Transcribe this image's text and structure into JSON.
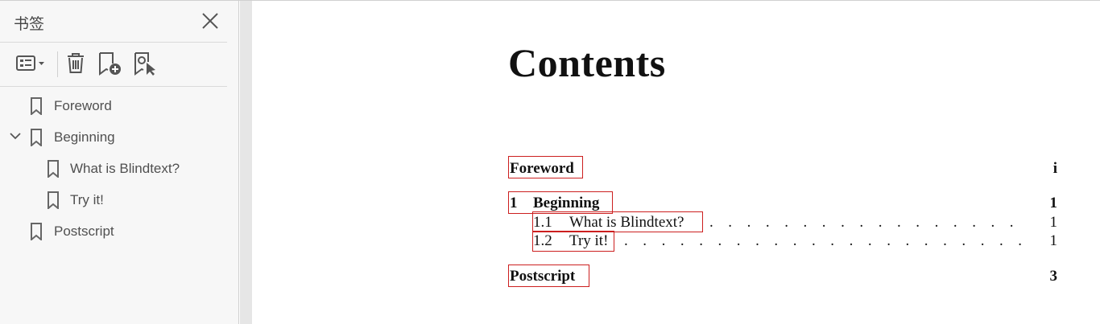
{
  "sidebar": {
    "title": "书签",
    "toolbar": {
      "options_icon": "options-menu-icon",
      "delete_icon": "trash-icon",
      "new_icon": "new-bookmark-icon",
      "find_icon": "find-bookmark-icon"
    },
    "items": [
      {
        "label": "Foreword",
        "level": 0,
        "expanded": false
      },
      {
        "label": "Beginning",
        "level": 0,
        "expanded": true
      },
      {
        "label": "What is Blindtext?",
        "level": 1
      },
      {
        "label": "Try it!",
        "level": 1
      },
      {
        "label": "Postscript",
        "level": 0
      }
    ]
  },
  "document": {
    "heading": "Contents",
    "toc": {
      "foreword": {
        "text": "Foreword",
        "page": "i"
      },
      "beginning": {
        "num": "1",
        "text": "Beginning",
        "page": "1"
      },
      "what": {
        "num": "1.1",
        "text": "What is Blindtext?",
        "dots": ". . . . . . . . . . . . . . . . . . . . . . . . . . . . . . . . . .",
        "page": "1"
      },
      "try": {
        "num": "1.2",
        "text": "Try it!",
        "dots": ". . . . . . . . . . . . . . . . . . . . . . . . . . . . . . . . . . . . . . . . . . . . . . . .",
        "page": "1"
      },
      "postscript": {
        "text": "Postscript",
        "page": "3"
      }
    },
    "link_border_color": "#cc1f1f"
  }
}
